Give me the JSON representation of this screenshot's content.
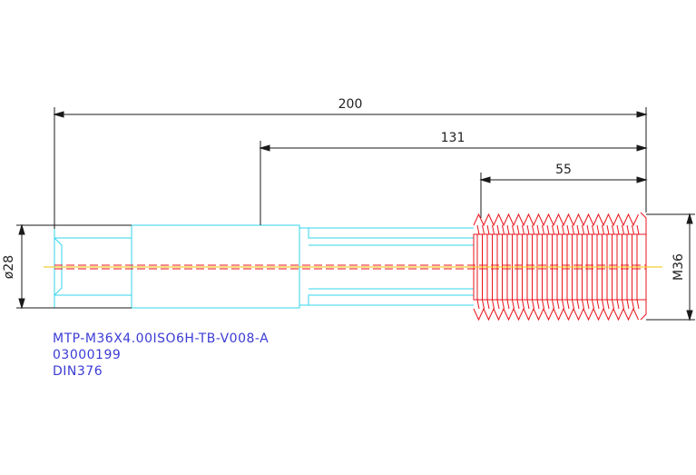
{
  "dimensions": {
    "overall_length": "200",
    "shank_to_end": "131",
    "thread_length": "55",
    "shank_diameter": "ø28",
    "thread_size": "M36"
  },
  "notes": {
    "part_code": "MTP-M36X4.00ISO6H-TB-V008-A",
    "article_number": "03000199",
    "standard": "DIN376"
  },
  "colors": {
    "background": "#ffffff",
    "body_outline": "#33d6ee",
    "thread": "#e8141c",
    "dimension": "#1a1a1a",
    "centerline": "#f2c200",
    "notes": "#3b3bd6"
  }
}
